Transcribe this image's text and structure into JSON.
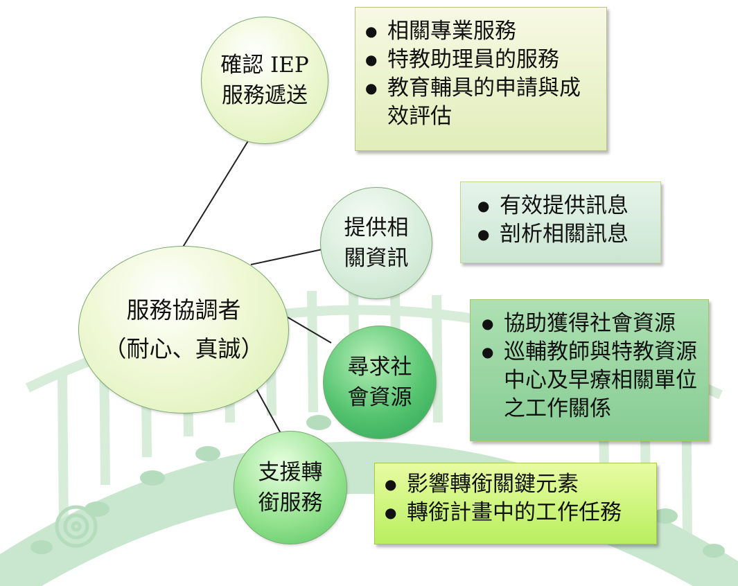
{
  "center": {
    "line1": "服務協調者",
    "line2": "（耐心、真誠）"
  },
  "nodes": [
    {
      "line1": "確認 IEP",
      "line2": "服務遞送"
    },
    {
      "line1": "提供相",
      "line2": "關資訊"
    },
    {
      "line1": "尋求社",
      "line2": "會資源"
    },
    {
      "line1": "支援轉",
      "line2": "銜服務"
    }
  ],
  "boxes": [
    {
      "items": [
        "相關專業服務",
        "特教助理員的服務",
        "教育輔具的申請與成效評估"
      ]
    },
    {
      "items": [
        "有效提供訊息",
        "剖析相關訊息"
      ]
    },
    {
      "items": [
        "協助獲得社會資源",
        "巡輔教師與特教資源中心及早療相關單位之工作關係"
      ]
    },
    {
      "items": [
        "影響轉銜關鍵元素",
        "轉銜計畫中的工作任務"
      ]
    }
  ],
  "colors": {
    "bridge": "#c9e6cf",
    "bridge_dots": "#b5dcbd",
    "line": "#222222"
  }
}
